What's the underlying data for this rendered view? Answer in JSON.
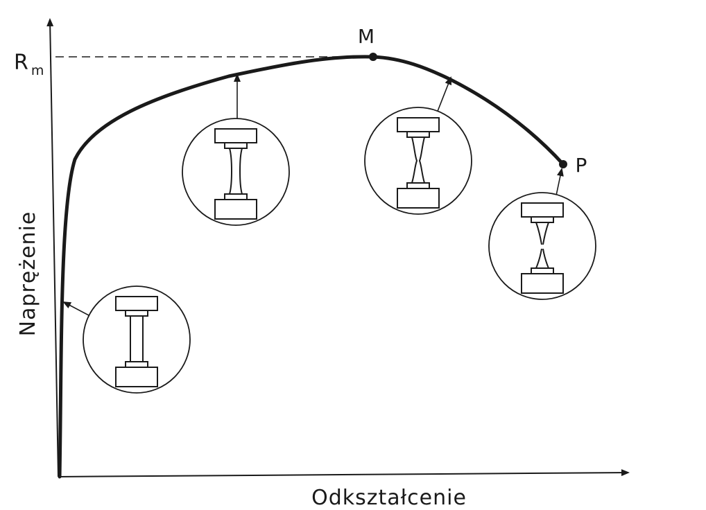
{
  "axes": {
    "x_label": "Odkształcenie",
    "y_label": "Naprężenie"
  },
  "stress_level": {
    "symbol": "R",
    "subscript": "m"
  },
  "points": {
    "max": "M",
    "fracture": "P"
  },
  "colors": {
    "ink": "#1a1a1a",
    "background": "#ffffff"
  },
  "specimen_stages": [
    "elastic",
    "uniform-elongation",
    "necking",
    "fracture"
  ]
}
